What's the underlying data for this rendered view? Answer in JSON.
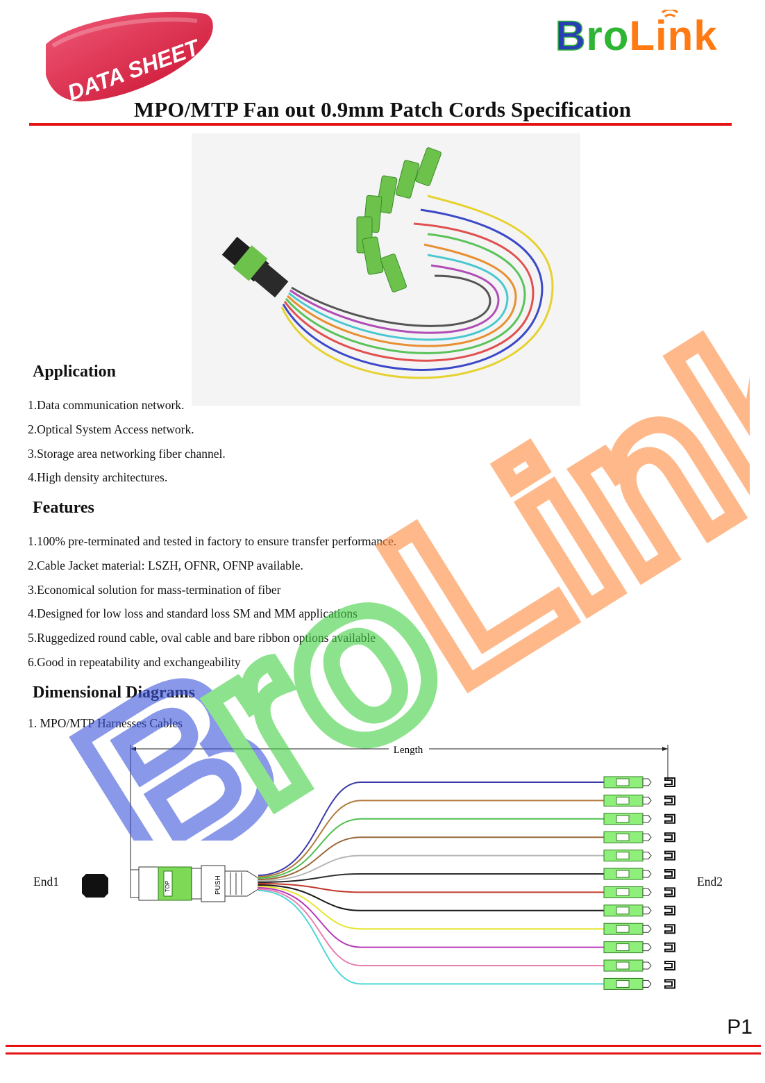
{
  "badge": {
    "text": "DATA SHEET"
  },
  "logo": {
    "text": "BroLink",
    "colors": [
      "#2a3fb5",
      "#2fb534",
      "#ff7a12"
    ]
  },
  "title": "MPO/MTP Fan out 0.9mm Patch Cords Specification",
  "application": {
    "heading": "Application",
    "items": [
      "1.Data communication network.",
      "2.Optical System Access network.",
      "3.Storage area networking fiber channel.",
      "4.High density architectures."
    ]
  },
  "features": {
    "heading": "Features",
    "items": [
      "1.100% pre-terminated and tested in factory to ensure transfer performance.",
      "2.Cable Jacket material: LSZH, OFNR, OFNP available.",
      "3.Economical solution for mass-termination of fiber",
      "4.Designed for low loss and standard loss SM and MM applications",
      "5.Ruggedized round cable, oval cable and bare ribbon options available",
      "6.Good in repeatability   and exchangeability"
    ]
  },
  "dimensional": {
    "heading": "Dimensional Diagrams",
    "subheading": "1. MPO/MTP Harnesses Cables",
    "length_label": "Length",
    "connector_push_label": "PUSH",
    "connector_key_label": "TOP",
    "end1_label": "End1",
    "end2_label": "End2",
    "fiber_colors": [
      "#3a3aa8",
      "#b0793a",
      "#4fbf4f",
      "#9b6a3a",
      "#b7b7b7",
      "#2b2b2b",
      "#c0392b",
      "#1a1a1a",
      "#e6e62e",
      "#b83ab8",
      "#e87fb0",
      "#4fd6d6"
    ]
  },
  "page_number": "P1"
}
